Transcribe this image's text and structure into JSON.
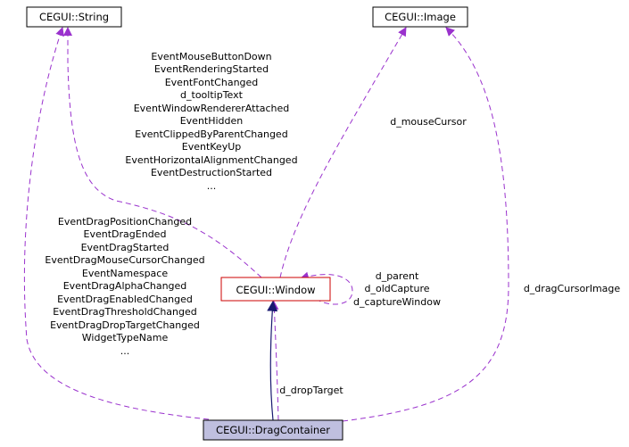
{
  "colors": {
    "dependency_edge": "#9a32cd",
    "inheritance_edge": "#191970",
    "highlight_border": "#cc0000",
    "node_border": "#000000",
    "focus_fill": "#bfbfdf"
  },
  "nodes": {
    "string": "CEGUI::String",
    "image": "CEGUI::Image",
    "window": "CEGUI::Window",
    "drag_container": "CEGUI::DragContainer"
  },
  "edges": {
    "window_to_string": [
      "EventMouseButtonDown",
      "EventRenderingStarted",
      "EventFontChanged",
      "d_tooltipText",
      "EventWindowRendererAttached",
      "EventHidden",
      "EventClippedByParentChanged",
      "EventKeyUp",
      "EventHorizontalAlignmentChanged",
      "EventDestructionStarted",
      "..."
    ],
    "window_to_image": [
      "d_mouseCursor"
    ],
    "window_self": [
      "d_parent",
      "d_oldCapture",
      "d_captureWindow"
    ],
    "drag_to_string": [
      "EventDragPositionChanged",
      "EventDragEnded",
      "EventDragStarted",
      "EventDragMouseCursorChanged",
      "EventNamespace",
      "EventDragAlphaChanged",
      "EventDragEnabledChanged",
      "EventDragThresholdChanged",
      "EventDragDropTargetChanged",
      "WidgetTypeName",
      "..."
    ],
    "drag_to_image": [
      "d_dragCursorImage"
    ],
    "drag_to_window": [
      "d_dropTarget"
    ]
  }
}
